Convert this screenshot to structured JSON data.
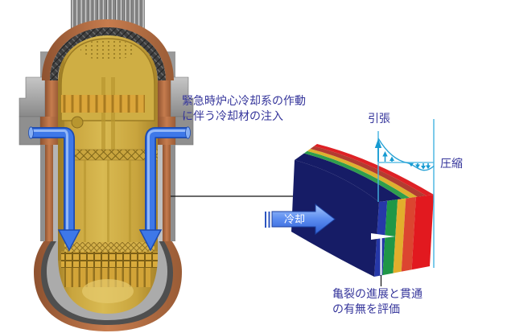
{
  "labels": {
    "injection_line1": "緊急時炉心冷却系の作動",
    "injection_line2": "に伴う冷却材の注入",
    "tension": "引張",
    "compression": "圧縮",
    "cooling": "冷却",
    "crack_line1": "亀裂の進展と貫通",
    "crack_line2": "の有無を評価"
  },
  "colors": {
    "label_text": "#35359b",
    "cooling_text": "#ffffff",
    "stress_line": "#45b4e0",
    "stress_arrow": "#169bd2",
    "leader_line": "#111111",
    "wall_inner_navy": "#161c66",
    "wall_layers": [
      "#2638a8",
      "#1f9747",
      "#e2ae2c",
      "#dc4530",
      "#e2191f"
    ],
    "top_bands": [
      "#161c66",
      "#2f9e4d",
      "#ddb02f",
      "#b23c31",
      "#de2125"
    ],
    "crack_mark": "#ffffff",
    "vessel_copper": "#b5673f",
    "vessel_steel": "#9a9a9a",
    "vessel_gold": "#c9a53e",
    "coolant_blue": "#3e78e8"
  }
}
